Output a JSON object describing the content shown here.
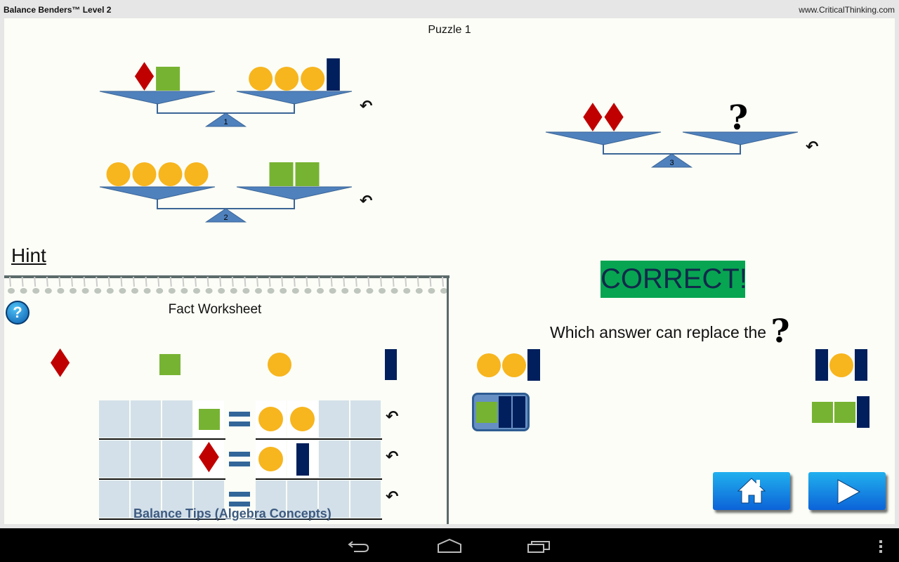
{
  "app": {
    "title": "Balance Benders™ Level 2",
    "website": "www.CriticalThinking.com"
  },
  "puzzle": {
    "title": "Puzzle 1",
    "scales": [
      {
        "number": "1",
        "left": [
          "diamond",
          "square"
        ],
        "right": [
          "circle",
          "circle",
          "circle",
          "bar"
        ]
      },
      {
        "number": "2",
        "left": [
          "circle",
          "circle",
          "circle",
          "circle"
        ],
        "right": [
          "square",
          "square"
        ]
      },
      {
        "number": "3",
        "left": [
          "diamond",
          "diamond"
        ],
        "right": [
          "?"
        ]
      }
    ],
    "unknown_symbol": "?"
  },
  "hint": {
    "label": "Hint",
    "worksheet_title": "Fact Worksheet",
    "help_symbol": "?",
    "palette": [
      "diamond",
      "square",
      "circle",
      "bar"
    ],
    "facts": [
      {
        "left": [
          "square"
        ],
        "right": [
          "circle",
          "circle"
        ]
      },
      {
        "left": [
          "diamond"
        ],
        "right": [
          "circle",
          "bar"
        ]
      },
      {
        "left": [],
        "right": []
      }
    ],
    "tips_link": "Balance Tips (Algebra Concepts)"
  },
  "result": {
    "status": "CORRECT!",
    "question": "Which answer can replace the",
    "answers": [
      {
        "items": [
          "circle",
          "circle",
          "bar"
        ],
        "selected": false
      },
      {
        "items": [
          "bar",
          "circle",
          "bar"
        ],
        "selected": false
      },
      {
        "items": [
          "square",
          "bar",
          "bar"
        ],
        "selected": true
      },
      {
        "items": [
          "square",
          "square",
          "bar"
        ],
        "selected": false
      }
    ]
  },
  "colors": {
    "diamond": "#c00000",
    "square": "#77b332",
    "circle": "#f7b51e",
    "bar": "#001f5c",
    "pan": "#4f81bd",
    "correct_bg": "#07a552"
  },
  "icons": {
    "undo": "undo-arrow-icon",
    "home": "home-icon",
    "next": "play-icon",
    "back": "android-back-icon",
    "home_sys": "android-home-icon",
    "recents": "android-recents-icon",
    "menu": "overflow-menu-icon"
  }
}
